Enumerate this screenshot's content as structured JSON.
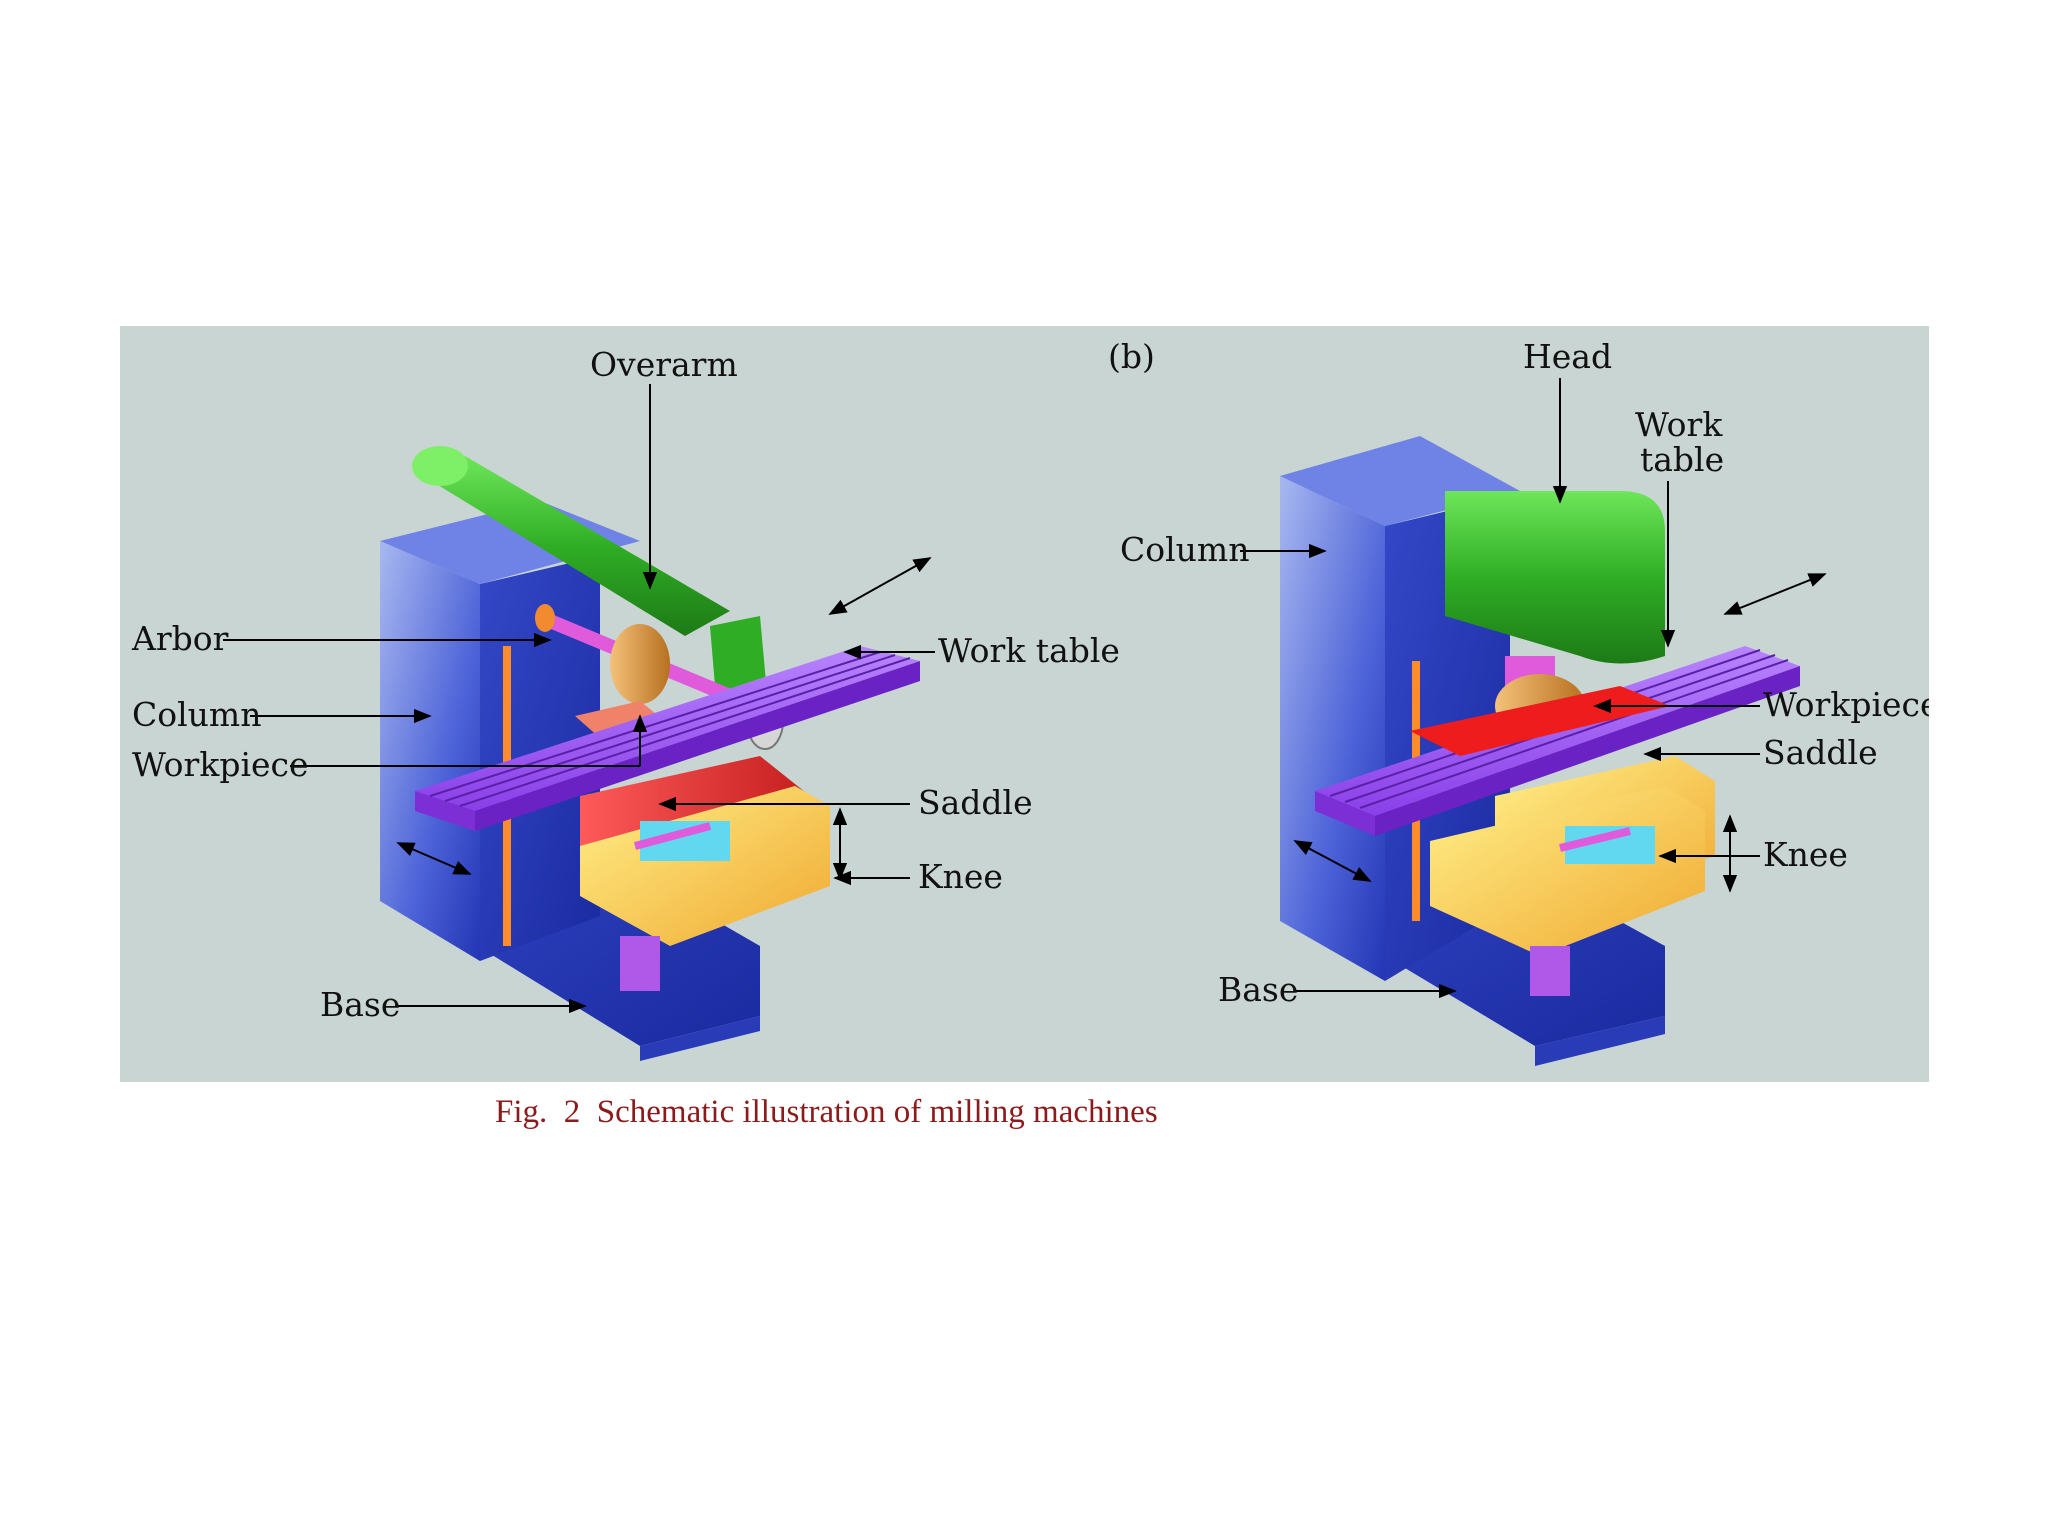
{
  "colors": {
    "panel_bg": "#c9d5d2",
    "column": "#4a5fd6",
    "overarm": "#36b82e",
    "table": "#9a4ff0",
    "saddle": "#e03030",
    "knee": "#f3c63a",
    "cutter": "#d9a050",
    "caption_text": "#8b1a1a"
  },
  "diagram_a": {
    "labels": {
      "overarm": "Overarm",
      "arbor": "Arbor",
      "column": "Column",
      "workpiece": "Workpiece",
      "work_table": "Work table",
      "saddle": "Saddle",
      "knee": "Knee",
      "base": "Base"
    }
  },
  "diagram_b": {
    "panel_tag": "(b)",
    "labels": {
      "head": "Head",
      "work_table_line1": "Work",
      "work_table_line2": "table",
      "column": "Column",
      "workpiece": "Workpiece",
      "saddle": "Saddle",
      "knee": "Knee",
      "base": "Base"
    }
  },
  "caption": "Fig.  2  Schematic illustration of milling machines"
}
